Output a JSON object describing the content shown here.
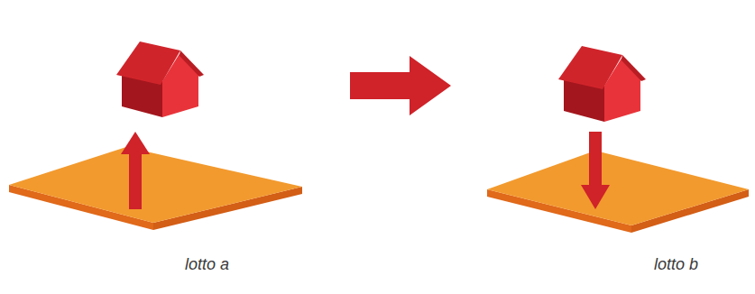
{
  "diagram": {
    "nodes": [
      {
        "text": [
          "lotto a"
        ]
      },
      {
        "text": [
          "lotto b"
        ]
      }
    ],
    "edges": [
      {
        "from": 0,
        "to": 1,
        "arrow": "to"
      }
    ]
  }
}
